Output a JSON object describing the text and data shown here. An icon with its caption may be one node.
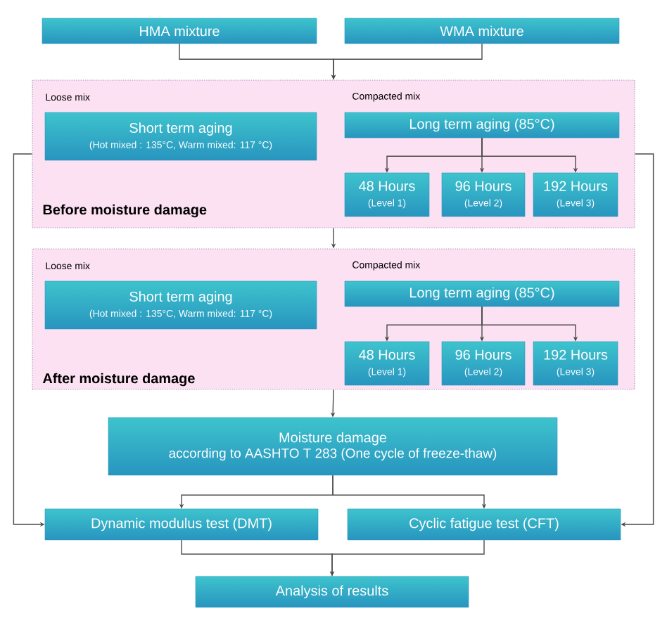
{
  "diagram": {
    "nodes": [
      {
        "text": [
          "HMA mixture"
        ]
      },
      {
        "text": [
          "WMA mixture"
        ]
      },
      {
        "text": [
          "Loose mix",
          "Compacted mix",
          "Before moisture damage"
        ]
      },
      {
        "text": [
          "Short term aging",
          "(Hot mixed : 135°C, Warm mixed: 117 °C)"
        ],
        "in": 2
      },
      {
        "text": [
          "Long term aging (85°C)"
        ],
        "in": 2
      },
      {
        "text": [
          "48 Hours",
          "(Level 1)"
        ],
        "in": 2
      },
      {
        "text": [
          "96 Hours",
          "(Level 2)"
        ],
        "in": 2
      },
      {
        "text": [
          "192 Hours",
          "(Level 3)"
        ],
        "in": 2
      },
      {
        "text": [
          "Loose mix",
          "Compacted mix",
          "After moisture damage"
        ]
      },
      {
        "text": [
          "Short term aging",
          "(Hot mixed : 135°C, Warm mixed: 117 °C)"
        ],
        "in": 8
      },
      {
        "text": [
          "Long term aging (85°C)"
        ],
        "in": 8
      },
      {
        "text": [
          "48 Hours",
          "(Level 1)"
        ],
        "in": 8
      },
      {
        "text": [
          "96 Hours",
          "(Level 2)"
        ],
        "in": 8
      },
      {
        "text": [
          "192 Hours",
          "(Level 3)"
        ],
        "in": 8
      },
      {
        "text": [
          "Moisture damage",
          "according to AASHTO T 283 (One cycle of freeze-thaw)"
        ]
      },
      {
        "text": [
          "Dynamic modulus test (DMT)"
        ]
      },
      {
        "text": [
          "Cyclic fatigue test (CFT)"
        ]
      },
      {
        "text": [
          "Analysis of results"
        ]
      }
    ],
    "edges": [
      {
        "from": 0,
        "to": 2,
        "arrow": "to"
      },
      {
        "from": 1,
        "to": 2,
        "arrow": "to"
      },
      {
        "from": 4,
        "to": 5,
        "arrow": "to"
      },
      {
        "from": 4,
        "to": 6,
        "arrow": "to"
      },
      {
        "from": 4,
        "to": 7,
        "arrow": "to"
      },
      {
        "from": 2,
        "to": 8,
        "arrow": "to"
      },
      {
        "from": 10,
        "to": 11,
        "arrow": "to"
      },
      {
        "from": 10,
        "to": 12,
        "arrow": "to"
      },
      {
        "from": 10,
        "to": 13,
        "arrow": "to"
      },
      {
        "from": 8,
        "to": 14,
        "arrow": "to"
      },
      {
        "from": 2,
        "to": 15,
        "arrow": "to"
      },
      {
        "from": 2,
        "to": 16,
        "arrow": "to"
      },
      {
        "from": 14,
        "to": 15,
        "arrow": "to"
      },
      {
        "from": 14,
        "to": 16,
        "arrow": "to"
      },
      {
        "from": 15,
        "to": 17,
        "arrow": "to"
      },
      {
        "from": 16,
        "to": 17,
        "arrow": "to"
      }
    ]
  }
}
